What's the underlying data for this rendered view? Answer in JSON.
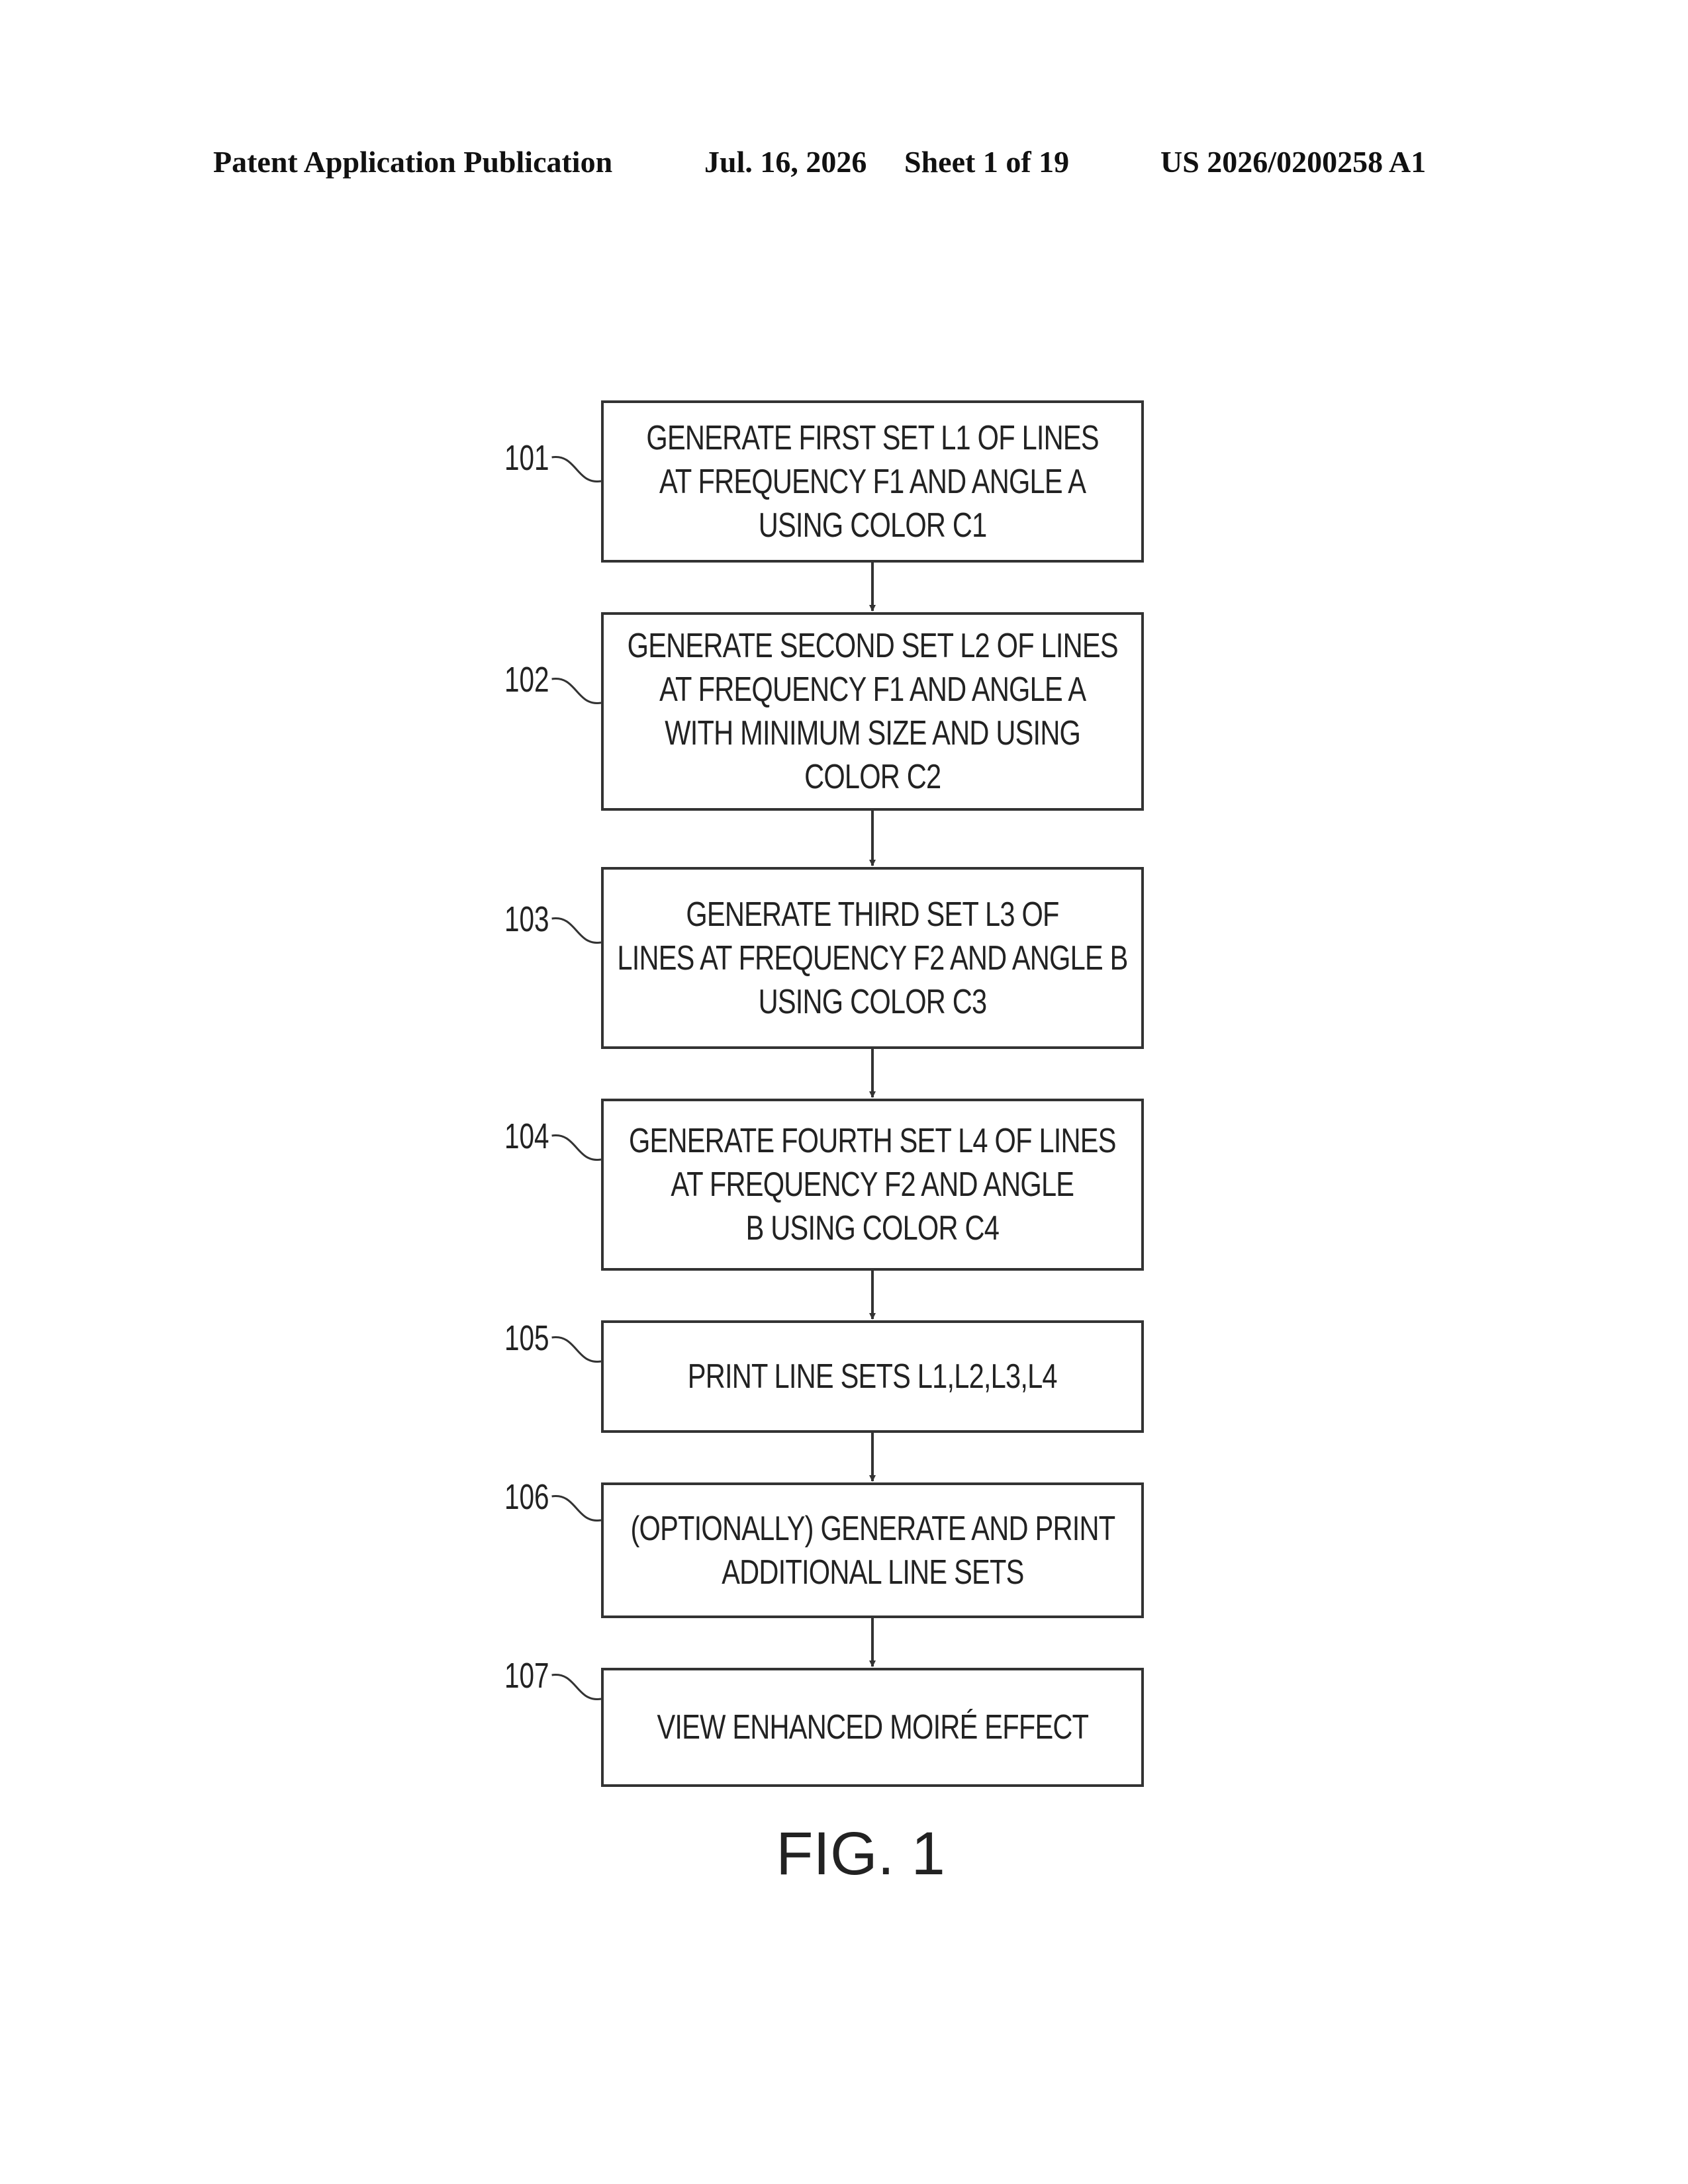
{
  "header": {
    "publication": "Patent Application Publication",
    "date": "Jul. 16, 2026",
    "sheet": "Sheet 1 of 19",
    "number": "US 2026/0200258 A1"
  },
  "steps": [
    {
      "ref": "101",
      "lines": [
        "GENERATE FIRST SET L1 OF LINES",
        "AT FREQUENCY F1 AND ANGLE A",
        "USING COLOR C1"
      ]
    },
    {
      "ref": "102",
      "lines": [
        "GENERATE SECOND SET L2 OF LINES",
        "AT FREQUENCY F1 AND ANGLE A",
        "WITH MINIMUM SIZE AND USING",
        "COLOR C2"
      ]
    },
    {
      "ref": "103",
      "lines": [
        "GENERATE THIRD SET L3 OF",
        "LINES AT FREQUENCY F2 AND ANGLE B",
        "USING COLOR C3"
      ]
    },
    {
      "ref": "104",
      "lines": [
        "GENERATE FOURTH SET L4 OF LINES",
        "AT FREQUENCY F2 AND ANGLE",
        "B USING COLOR C4"
      ]
    },
    {
      "ref": "105",
      "lines": [
        "PRINT LINE SETS L1,L2,L3,L4"
      ]
    },
    {
      "ref": "106",
      "lines": [
        "(OPTIONALLY) GENERATE AND PRINT",
        "ADDITIONAL LINE SETS"
      ]
    },
    {
      "ref": "107",
      "lines": [
        "VIEW ENHANCED MOIRÉ EFFECT"
      ]
    }
  ],
  "figure_label": "FIG. 1"
}
